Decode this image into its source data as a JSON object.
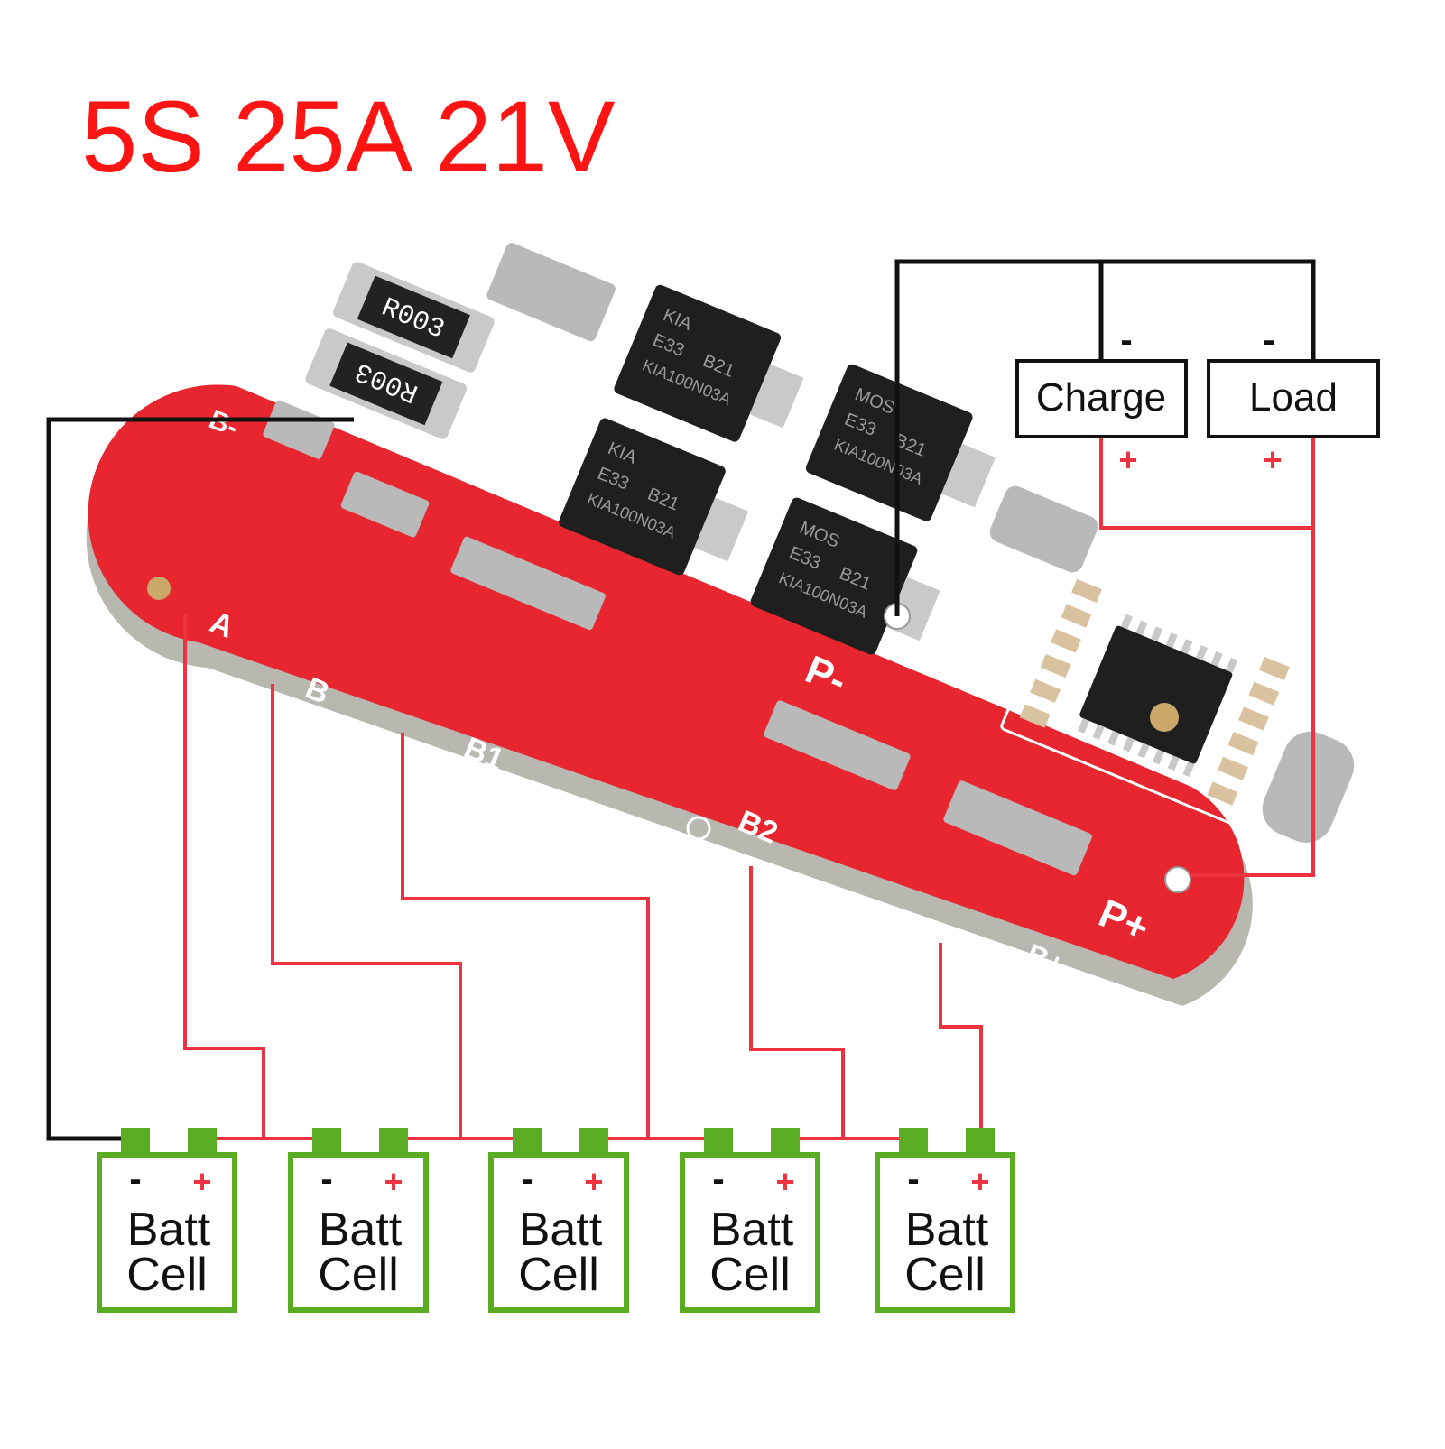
{
  "title": "5S 25A 21V",
  "boxes": {
    "charge": {
      "label": "Charge",
      "minus": "-",
      "plus": "+"
    },
    "load": {
      "label": "Load",
      "minus": "-",
      "plus": "+"
    }
  },
  "pads": {
    "a": "A",
    "b": "B",
    "b1": "B1",
    "b2": "B2",
    "bplus": "B+",
    "pminus": "P-",
    "pplus": "P+",
    "bminus": "B-"
  },
  "components": {
    "resistor_1": "R003",
    "resistor_2": "R003",
    "mosfet_line1": "KIA",
    "mosfet_line2": "MOS",
    "mosfet_line3": "E33",
    "mosfet_line4": "B21",
    "mosfet_line5": "KIA100N03A"
  },
  "cells": [
    {
      "line1": "Batt",
      "line2": "Cell",
      "minus": "-",
      "plus": "+"
    },
    {
      "line1": "Batt",
      "line2": "Cell",
      "minus": "-",
      "plus": "+"
    },
    {
      "line1": "Batt",
      "line2": "Cell",
      "minus": "-",
      "plus": "+"
    },
    {
      "line1": "Batt",
      "line2": "Cell",
      "minus": "-",
      "plus": "+"
    },
    {
      "line1": "Batt",
      "line2": "Cell",
      "minus": "-",
      "plus": "+"
    }
  ],
  "colors": {
    "title": "#ff1414",
    "pcb": "#e8262f",
    "pcb_edge": "#b8b8b0",
    "pad": "#b9b9b9",
    "chip": "#1f1f1f",
    "wire_red": "#ee3340",
    "wire_black": "#111111",
    "cell_green": "#5aad22"
  }
}
